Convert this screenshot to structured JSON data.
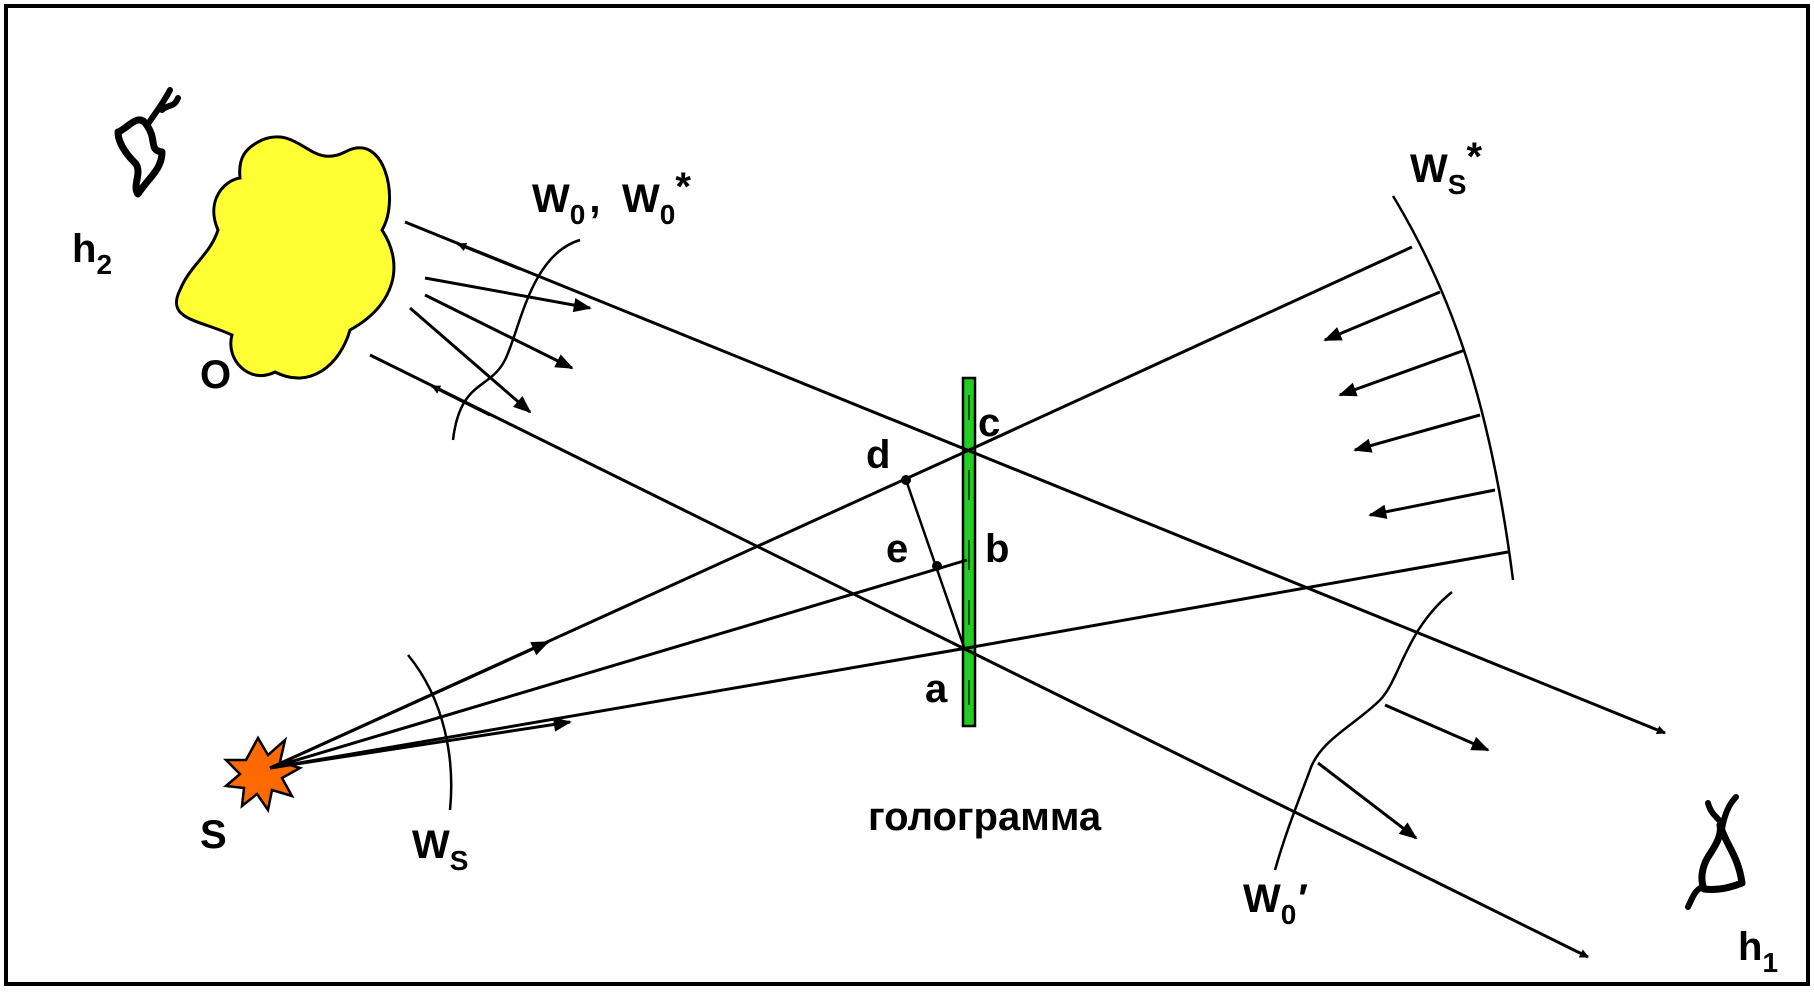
{
  "labels": {
    "object": "O",
    "source": "S",
    "hologram": "голограмма",
    "point_a": "a",
    "point_b": "b",
    "point_c": "c",
    "point_d": "d",
    "point_e": "e",
    "observer_h2_main": "h",
    "observer_h2_sub": "2",
    "observer_h1_main": "h",
    "observer_h1_sub": "1",
    "w0_main": "W",
    "w0_sub": "0",
    "w0_comma": ",",
    "w0star_main": "W",
    "w0star_sub": "0",
    "w0star_mark": "*",
    "ws_main": "W",
    "ws_sub": "S",
    "wsstar_main": "W",
    "wsstar_sub": "S",
    "wsstar_mark": "*",
    "w0prime_main": "W",
    "w0prime_sub": "0",
    "w0prime_mark": "′"
  },
  "colors": {
    "object_fill": "#ffff33",
    "source_fill": "#ff6a00",
    "hologram_fill": "#22cc22",
    "hologram_stripes": "#005500",
    "ink": "#000000"
  },
  "icons": [
    "eye-icon",
    "star-burst-icon"
  ]
}
